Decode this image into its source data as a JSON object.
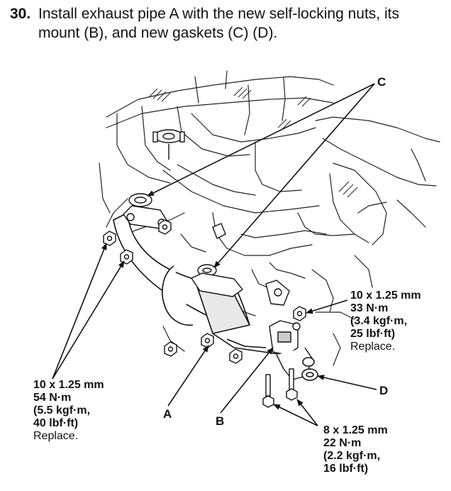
{
  "step": {
    "number": "30.",
    "text": "Install exhaust pipe A with the new self-locking nuts, its mount (B), and new gaskets (C) (D)."
  },
  "callouts": {
    "a": "A",
    "b": "B",
    "c": "C",
    "d": "D"
  },
  "specs": {
    "upper_right": {
      "size": "10 x 1.25 mm",
      "torque_nm": "33 N·m",
      "torque_kgfm": "(3.4 kgf·m,",
      "torque_lbfft": "25 lbf·ft)",
      "note": "Replace."
    },
    "left": {
      "size": "10 x 1.25 mm",
      "torque_nm": "54 N·m",
      "torque_kgfm": "(5.5 kgf·m,",
      "torque_lbfft": "40 lbf·ft)",
      "note": "Replace."
    },
    "bottom_right": {
      "size": "8 x 1.25 mm",
      "torque_nm": "22 N·m",
      "torque_kgfm": "(2.2 kgf·m,",
      "torque_lbfft": "16 lbf·ft)"
    }
  }
}
